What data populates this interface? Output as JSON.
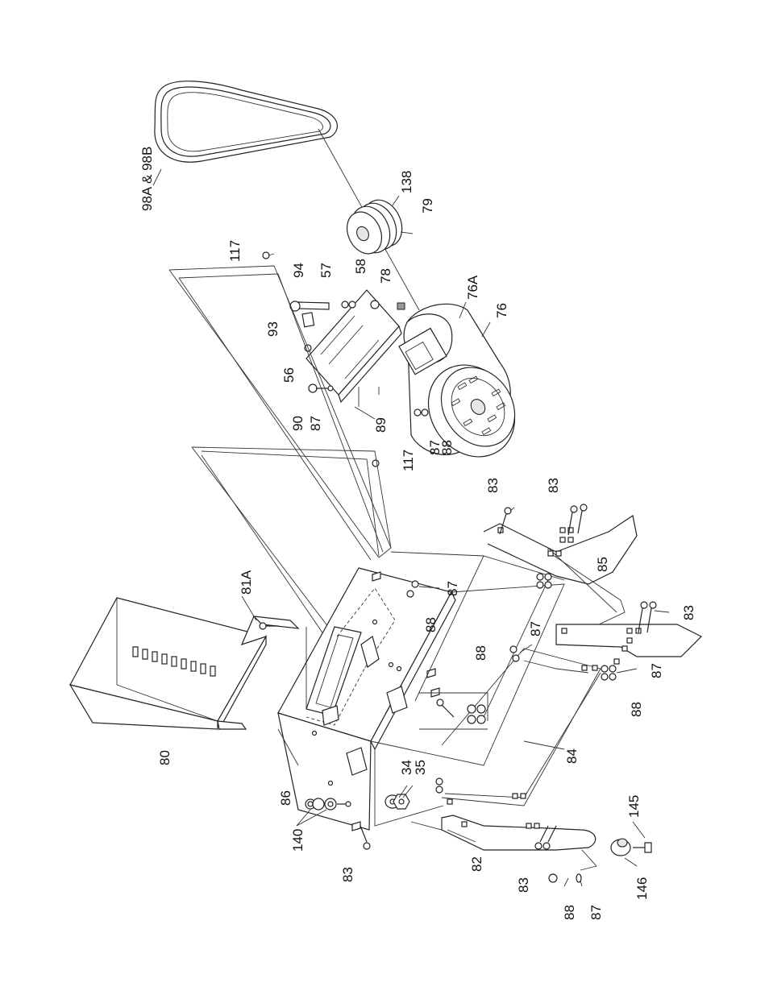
{
  "labels": {
    "l98a98b": "98A & 98B",
    "l138": "138",
    "l79": "79",
    "l117a": "117",
    "l94": "94",
    "l57": "57",
    "l58": "58",
    "l78": "78",
    "l76a": "76A",
    "l76": "76",
    "l93": "93",
    "l56": "56",
    "l90": "90",
    "l87a": "87",
    "l89": "89",
    "l87b": "87",
    "l88a": "88",
    "l117b": "117",
    "l83a": "83",
    "l83b": "83",
    "l81a": "81A",
    "l87c": "87",
    "l88b": "88",
    "l85": "85",
    "l83c": "83",
    "l88c": "88",
    "l87d": "87",
    "l87e": "87",
    "l88d": "88",
    "l80": "80",
    "l84": "84",
    "l34": "34",
    "l35": "35",
    "l86": "86",
    "l140": "140",
    "l83d": "83",
    "l82": "82",
    "l145": "145",
    "l83e": "83",
    "l88e": "88",
    "l87f": "87",
    "l146": "146"
  }
}
